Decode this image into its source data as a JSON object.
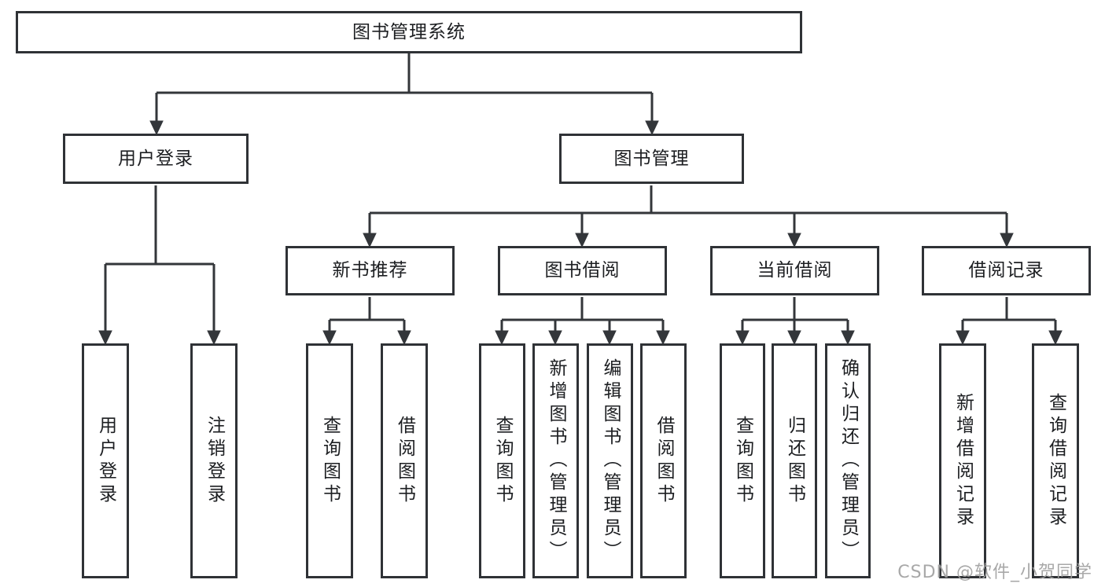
{
  "diagram": {
    "title": "图书管理系统",
    "root": {
      "label": "图书管理系统"
    },
    "level1": [
      {
        "label": "用户登录"
      },
      {
        "label": "图书管理"
      }
    ],
    "level2": [
      {
        "label": "新书推荐"
      },
      {
        "label": "图书借阅"
      },
      {
        "label": "当前借阅"
      },
      {
        "label": "借阅记录"
      }
    ],
    "leaves": {
      "user_login": [
        {
          "label": "用户登录"
        },
        {
          "label": "注销登录"
        }
      ],
      "new_books": [
        {
          "label": "查询图书"
        },
        {
          "label": "借阅图书"
        }
      ],
      "book_borrow": [
        {
          "label": "查询图书"
        },
        {
          "label": "新增图书（管理员）"
        },
        {
          "label": "编辑图书（管理员）"
        },
        {
          "label": "借阅图书"
        }
      ],
      "current_borrow": [
        {
          "label": "查询图书"
        },
        {
          "label": "归还图书"
        },
        {
          "label": "确认归还（管理员）"
        }
      ],
      "borrow_records": [
        {
          "label": "新增借阅记录"
        },
        {
          "label": "查询借阅记录"
        }
      ]
    }
  },
  "watermark": "CSDN @软件_小贺同学",
  "colors": {
    "line": "#33363a",
    "border": "#2f3236",
    "text": "#1c1e21",
    "watermark": "#9e9e9e",
    "background": "#ffffff"
  }
}
